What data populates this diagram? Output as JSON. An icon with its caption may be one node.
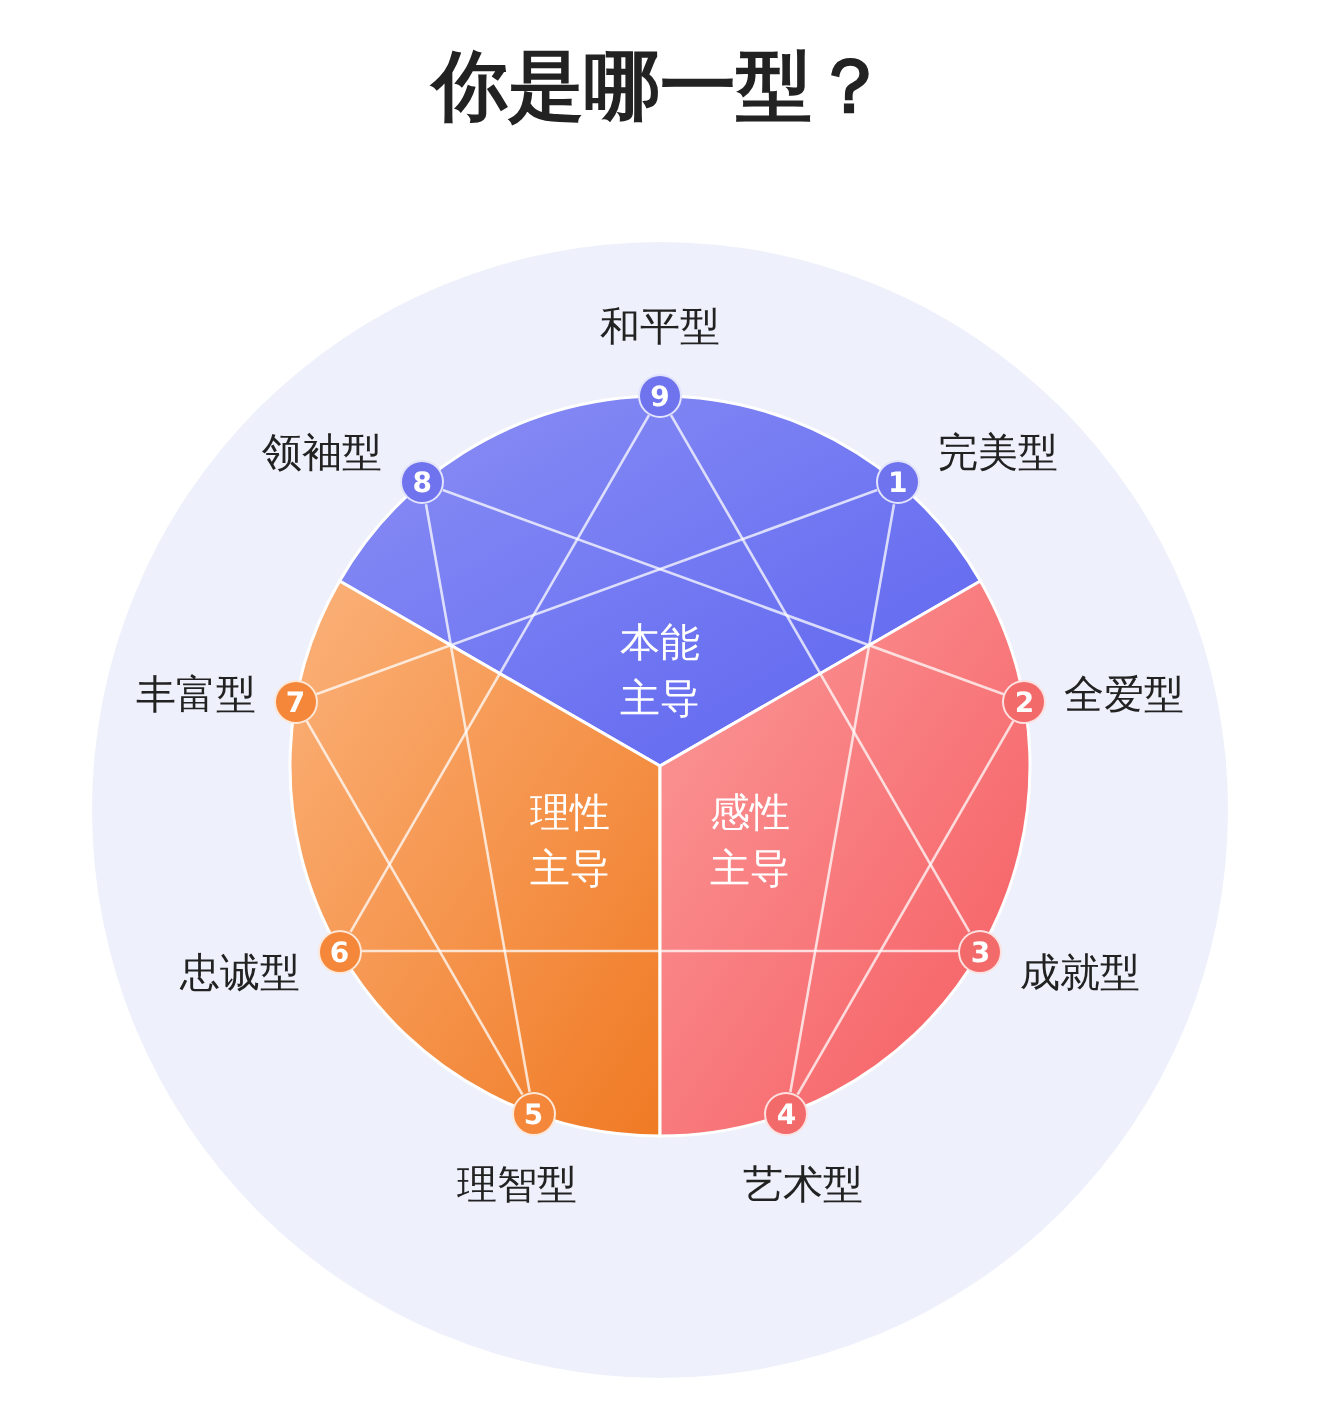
{
  "diagram": {
    "title": "你是哪一型？",
    "nodes": [
      {
        "text": [
          "1"
        ],
        "beside": [
          "完美型"
        ]
      },
      {
        "text": [
          "2"
        ],
        "beside": [
          "全爱型"
        ]
      },
      {
        "text": [
          "3"
        ],
        "beside": [
          "成就型"
        ]
      },
      {
        "text": [
          "4"
        ],
        "beside": [
          "艺术型"
        ]
      },
      {
        "text": [
          "5"
        ],
        "beside": [
          "理智型"
        ]
      },
      {
        "text": [
          "6"
        ],
        "beside": [
          "忠诚型"
        ]
      },
      {
        "text": [
          "7"
        ],
        "beside": [
          "丰富型"
        ]
      },
      {
        "text": [
          "8"
        ],
        "beside": [
          "领袖型"
        ]
      },
      {
        "text": [
          "9"
        ],
        "beside": [
          "和平型"
        ]
      }
    ],
    "edges": [
      {
        "from": 8,
        "to": 2,
        "arrow": "none"
      },
      {
        "from": 2,
        "to": 5,
        "arrow": "none"
      },
      {
        "from": 5,
        "to": 8,
        "arrow": "none"
      },
      {
        "from": 0,
        "to": 3,
        "arrow": "none"
      },
      {
        "from": 3,
        "to": 1,
        "arrow": "none"
      },
      {
        "from": 1,
        "to": 7,
        "arrow": "none"
      },
      {
        "from": 7,
        "to": 4,
        "arrow": "none"
      },
      {
        "from": 4,
        "to": 6,
        "arrow": "none"
      },
      {
        "from": 6,
        "to": 0,
        "arrow": "none"
      }
    ],
    "labels": [
      "本能主导",
      "理性主导",
      "感性主导"
    ]
  }
}
